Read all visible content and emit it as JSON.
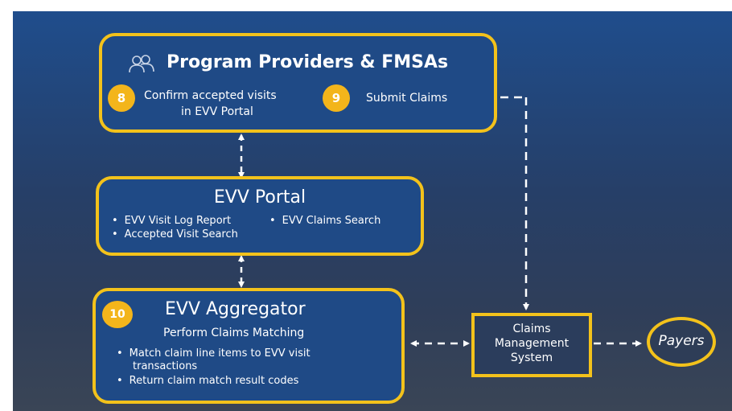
{
  "providers": {
    "title": "Program Providers & FMSAs",
    "icon": "people-icon",
    "step8_number": "8",
    "step8_line1": "Confirm accepted visits",
    "step8_line2": "in EVV Portal",
    "step9_number": "9",
    "step9_label": "Submit Claims"
  },
  "portal": {
    "title": "EVV Portal",
    "bullet1": "EVV Visit Log Report",
    "bullet2": "EVV Claims Search",
    "bullet3": "Accepted Visit Search"
  },
  "aggregator": {
    "step10_number": "10",
    "title": "EVV Aggregator",
    "subtitle": "Perform Claims Matching",
    "bullet1_line1": "Match claim line items to EVV visit",
    "bullet1_line2": "transactions",
    "bullet2": "Return claim match result codes"
  },
  "claims_system": {
    "line1": "Claims",
    "line2": "Management",
    "line3": "System"
  },
  "payers": {
    "label": "Payers"
  },
  "colors": {
    "accent": "#f3c21b",
    "box_fill": "#1f4a86",
    "text": "#ffffff"
  }
}
